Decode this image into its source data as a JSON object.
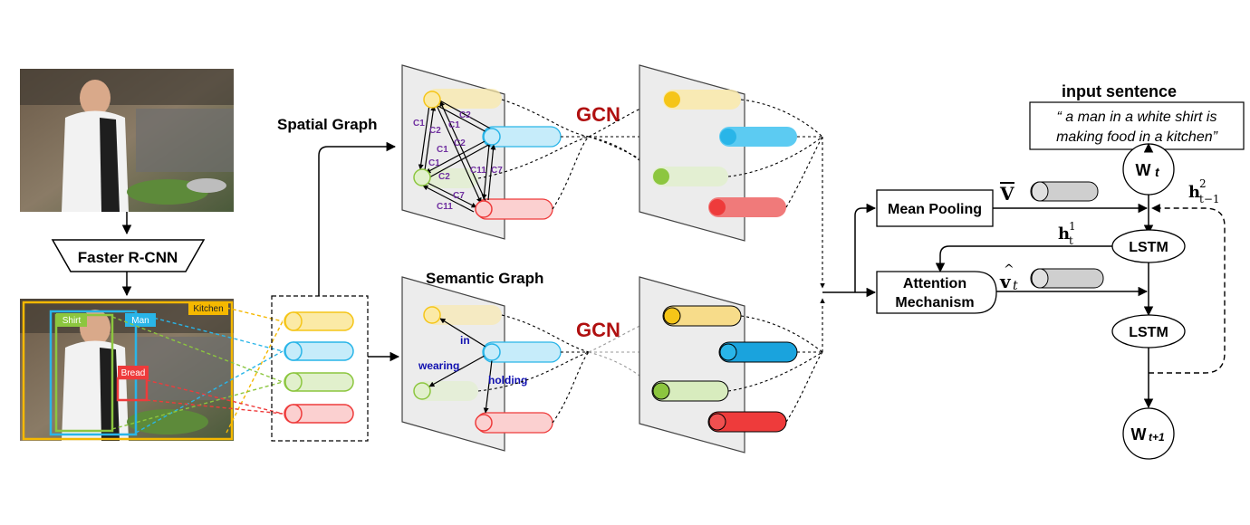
{
  "photo_labels": {
    "shirt": "Shirt",
    "man": "Man",
    "kitchen": "Kitchen",
    "bread": "Bread"
  },
  "detector": {
    "label": "Faster R-CNN"
  },
  "spatial_graph": {
    "title": "Spatial Graph",
    "edge_labels": [
      "C1",
      "C2",
      "C1",
      "C2",
      "C1",
      "C2",
      "C1",
      "C2",
      "C11",
      "C7",
      "C7",
      "C11"
    ]
  },
  "semantic_graph": {
    "title": "Semantic Graph",
    "edge_labels": [
      "in",
      "wearing",
      "holding"
    ]
  },
  "gcn": {
    "top": "GCN",
    "bottom": "GCN"
  },
  "decoder": {
    "input_title": "input sentence",
    "sentence_line1": "“ a man in a white shirt is",
    "sentence_line2": "making food in a kitchen”",
    "wt": "W",
    "wt_sub": "t",
    "wt1": "W",
    "wt1_sub": "t+1",
    "mean_pooling": "Mean Pooling",
    "attention_line1": "Attention",
    "attention_line2": "Mechanism",
    "lstm1": "LSTM",
    "lstm2": "LSTM",
    "v_bar": "V",
    "v_hat": "v",
    "v_hat_sub": "t",
    "h1": "h",
    "h1_sup": "1",
    "h1_sub": "t",
    "h2": "h",
    "h2_sup": "2",
    "h2_sub": "t−1"
  },
  "colors": {
    "yellow": "#f5c518",
    "blue": "#29b5e8",
    "green": "#8cc63f",
    "red": "#ee3b3b",
    "gcn_red": "#b01010",
    "purple": "#7030a0",
    "navy": "#1010b0"
  }
}
